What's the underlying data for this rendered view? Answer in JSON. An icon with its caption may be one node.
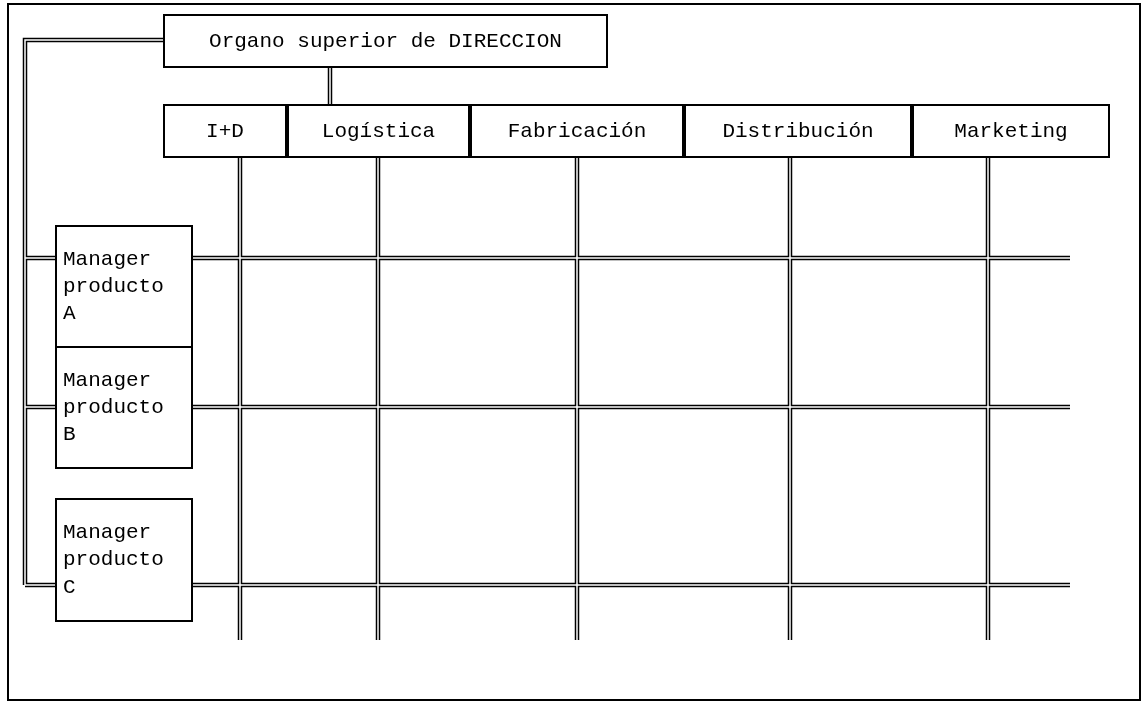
{
  "diagram": {
    "nodes": [
      {
        "text": [
          "Organo superior de DIRECCION"
        ]
      },
      {
        "text": [
          "I+D"
        ]
      },
      {
        "text": [
          "Logística"
        ]
      },
      {
        "text": [
          "Fabricación"
        ]
      },
      {
        "text": [
          "Distribución"
        ]
      },
      {
        "text": [
          "Marketing"
        ]
      },
      {
        "text": [
          "Manager producto A"
        ]
      },
      {
        "text": [
          "Manager producto B"
        ]
      },
      {
        "text": [
          "Manager producto C"
        ]
      }
    ],
    "edges": [
      {
        "from": 0,
        "to": 2,
        "arrow": "none"
      },
      {
        "from": 0,
        "to": 6,
        "arrow": "none"
      },
      {
        "from": 0,
        "to": 7,
        "arrow": "none"
      },
      {
        "from": 0,
        "to": 8,
        "arrow": "none"
      },
      {
        "from": 1,
        "to": null,
        "arrow": "none"
      },
      {
        "from": 2,
        "to": null,
        "arrow": "none"
      },
      {
        "from": 3,
        "to": null,
        "arrow": "none"
      },
      {
        "from": 4,
        "to": null,
        "arrow": "none"
      },
      {
        "from": 5,
        "to": null,
        "arrow": "none"
      },
      {
        "from": 6,
        "to": null,
        "arrow": "none"
      },
      {
        "from": 7,
        "to": null,
        "arrow": "none"
      },
      {
        "from": 8,
        "to": null,
        "arrow": "none"
      }
    ]
  }
}
